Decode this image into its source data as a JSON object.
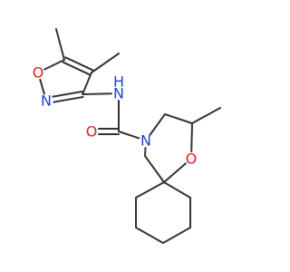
{
  "molecule": {
    "atoms": [
      {
        "id": "me1",
        "element": "C",
        "label": ""
      },
      {
        "id": "c5",
        "element": "C",
        "label": ""
      },
      {
        "id": "c4",
        "element": "C",
        "label": ""
      },
      {
        "id": "me2",
        "element": "C",
        "label": ""
      },
      {
        "id": "o_iso",
        "element": "O",
        "label": "O",
        "color": "#e31a1c"
      },
      {
        "id": "n_iso",
        "element": "N",
        "label": "N",
        "color": "#1f3fd1"
      },
      {
        "id": "c3",
        "element": "C",
        "label": ""
      },
      {
        "id": "n_amide",
        "element": "N",
        "label": "N",
        "hydrogen": "H",
        "color": "#1f3fd1"
      },
      {
        "id": "c_carbonyl",
        "element": "C",
        "label": ""
      },
      {
        "id": "o_carbonyl",
        "element": "O",
        "label": "O",
        "color": "#e31a1c"
      },
      {
        "id": "n_ring",
        "element": "N",
        "label": "N",
        "color": "#1f3fd1"
      },
      {
        "id": "ch2_a",
        "element": "C",
        "label": ""
      },
      {
        "id": "c_me",
        "element": "C",
        "label": ""
      },
      {
        "id": "me3",
        "element": "C",
        "label": ""
      },
      {
        "id": "o_ring",
        "element": "O",
        "label": "O",
        "color": "#e31a1c"
      },
      {
        "id": "spiro",
        "element": "C",
        "label": ""
      },
      {
        "id": "ch2_b",
        "element": "C",
        "label": ""
      },
      {
        "id": "cy1",
        "element": "C",
        "label": ""
      },
      {
        "id": "cy2",
        "element": "C",
        "label": ""
      },
      {
        "id": "cy3",
        "element": "C",
        "label": ""
      },
      {
        "id": "cy4",
        "element": "C",
        "label": ""
      },
      {
        "id": "cy5",
        "element": "C",
        "label": ""
      }
    ],
    "bonds": [
      {
        "from": "me1",
        "to": "c5",
        "order": 1
      },
      {
        "from": "c5",
        "to": "c4",
        "order": 2
      },
      {
        "from": "c4",
        "to": "me2",
        "order": 1
      },
      {
        "from": "c5",
        "to": "o_iso",
        "order": 1
      },
      {
        "from": "o_iso",
        "to": "n_iso",
        "order": 1
      },
      {
        "from": "n_iso",
        "to": "c3",
        "order": 2
      },
      {
        "from": "c3",
        "to": "c4",
        "order": 1
      },
      {
        "from": "c3",
        "to": "n_amide",
        "order": 1
      },
      {
        "from": "n_amide",
        "to": "c_carbonyl",
        "order": 1
      },
      {
        "from": "c_carbonyl",
        "to": "o_carbonyl",
        "order": 2
      },
      {
        "from": "c_carbonyl",
        "to": "n_ring",
        "order": 1
      },
      {
        "from": "n_ring",
        "to": "ch2_a",
        "order": 1
      },
      {
        "from": "ch2_a",
        "to": "c_me",
        "order": 1
      },
      {
        "from": "c_me",
        "to": "me3",
        "order": 1
      },
      {
        "from": "c_me",
        "to": "o_ring",
        "order": 1
      },
      {
        "from": "o_ring",
        "to": "spiro",
        "order": 1
      },
      {
        "from": "spiro",
        "to": "ch2_b",
        "order": 1
      },
      {
        "from": "ch2_b",
        "to": "n_ring",
        "order": 1
      },
      {
        "from": "spiro",
        "to": "cy1",
        "order": 1
      },
      {
        "from": "cy1",
        "to": "cy2",
        "order": 1
      },
      {
        "from": "cy2",
        "to": "cy3",
        "order": 1
      },
      {
        "from": "cy3",
        "to": "cy4",
        "order": 1
      },
      {
        "from": "cy4",
        "to": "cy5",
        "order": 1
      },
      {
        "from": "cy5",
        "to": "spiro",
        "order": 1
      }
    ],
    "bond_color": "#333333"
  }
}
